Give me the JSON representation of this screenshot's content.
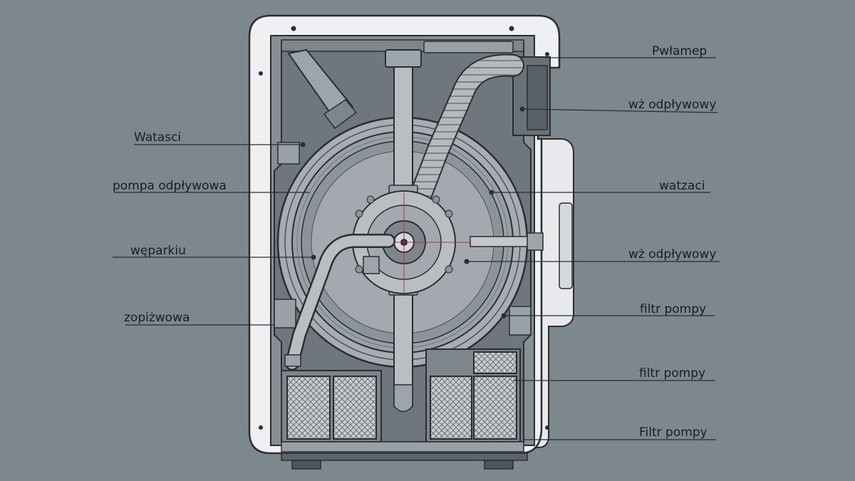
{
  "diagram": {
    "labels_left": [
      {
        "id": "watasci",
        "text": "Watasci"
      },
      {
        "id": "pompa-odplywowa",
        "text": "pompa odpływowa"
      },
      {
        "id": "weparkiu",
        "text": "węparkiu"
      },
      {
        "id": "zopizwowa",
        "text": "zopiżwowa"
      }
    ],
    "labels_right": [
      {
        "id": "pwlamep",
        "text": "Pwłamep"
      },
      {
        "id": "waz-odplywowy-1",
        "text": "wż odpływowy"
      },
      {
        "id": "watzaci",
        "text": "watzaci"
      },
      {
        "id": "waz-odplywowy-2",
        "text": "wż odpływowy"
      },
      {
        "id": "filtr-pompy-1",
        "text": "filtr pompy"
      },
      {
        "id": "filtr-pompy-2",
        "text": "filtr pompy"
      },
      {
        "id": "filtr-pompy-3",
        "text": "Filtr pompy"
      }
    ],
    "colors": {
      "background": "#7d878e",
      "housing_fill": "#eef0f1",
      "housing_stroke": "#2a2e33",
      "interior_fill": "#6f777d",
      "drum_fill": "#a7adb2",
      "part_fill": "#b9bec2",
      "dark_part": "#555c62",
      "filter_fill": "#c4c8cb",
      "accent_red": "#b8323a"
    }
  }
}
